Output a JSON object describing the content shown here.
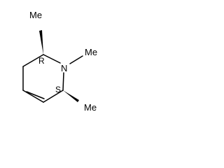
{
  "molecule": {
    "labels": {
      "methyl_top": "Me",
      "methyl_n": "Me",
      "methyl_bottom": "Me",
      "nitrogen": "N",
      "stereo_top": "R",
      "stereo_bottom": "S"
    }
  },
  "colors": {
    "background": "#ffffff",
    "bond": "#000000",
    "text": "#000000"
  }
}
